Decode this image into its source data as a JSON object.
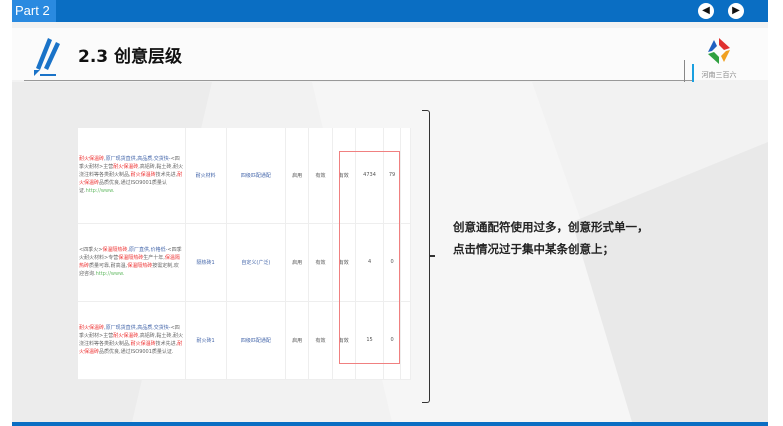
{
  "topbar": {
    "part_label": "Part 2",
    "prev_icon": "arrow-left-circle-icon",
    "next_icon": "arrow-right-circle-icon"
  },
  "header": {
    "title": "2.3 创意层级",
    "logo_text": "河南三百六"
  },
  "table": {
    "rows": [
      {
        "desc_parts": [
          [
            "r",
            "耐火保温砖"
          ],
          [
            "b",
            ",原厂现货直供,高品质,交货快-"
          ],
          [
            "",
            "<四季火耐材>主营"
          ],
          [
            "r",
            "耐火保温砖"
          ],
          [
            "",
            ",高铝砖,黏土砖,耐火浇注料等各类耐火制品,"
          ],
          [
            "r",
            "耐火保温砖"
          ],
          [
            "",
            "技术先进,"
          ],
          [
            "r",
            "耐火保温砖"
          ],
          [
            "",
            "品质优良,通过ISO9001质量认证."
          ],
          [
            "g",
            "http://www."
          ]
        ],
        "keyword": "耐火材料",
        "match": "四级匹配通配",
        "status": "启用",
        "c4": "有效",
        "c5": "有效",
        "impressions": "4734",
        "clicks": "79"
      },
      {
        "desc_parts": [
          [
            "",
            "<四季火>"
          ],
          [
            "r",
            "保温隔热砖"
          ],
          [
            "b",
            ",原厂直供,价格低-"
          ],
          [
            "",
            "<四季火耐火材料>专营"
          ],
          [
            "r",
            "保温隔热砖"
          ],
          [
            "",
            "生产十年,"
          ],
          [
            "r",
            "保温隔热砖"
          ],
          [
            "",
            "质量可靠,耐高温,"
          ],
          [
            "r",
            "保温隔热砖"
          ],
          [
            "",
            "按需定制,欢迎咨询."
          ],
          [
            "g",
            "http://www."
          ]
        ],
        "keyword": "隔热砖1",
        "match": "自定义(广泛)",
        "status": "启用",
        "c4": "有效",
        "c5": "有效",
        "impressions": "4",
        "clicks": "0"
      },
      {
        "desc_parts": [
          [
            "r",
            "耐火保温砖"
          ],
          [
            "b",
            ",原厂现货直供,高品质,交货快-"
          ],
          [
            "",
            "<四季火耐材>主营"
          ],
          [
            "r",
            "耐火保温砖"
          ],
          [
            "",
            ",高铝砖,黏土砖,耐火浇注料等各类耐火制品,"
          ],
          [
            "r",
            "耐火保温砖"
          ],
          [
            "",
            "技术先进,"
          ],
          [
            "r",
            "耐火保温砖"
          ],
          [
            "",
            "品质优良,通过ISO9001质量认证."
          ]
        ],
        "keyword": "耐火砖1",
        "match": "四级匹配通配",
        "status": "启用",
        "c4": "有效",
        "c5": "有效",
        "impressions": "15",
        "clicks": "0"
      }
    ]
  },
  "note": {
    "line1": "创意通配符使用过多，创意形式单一，",
    "line2": "点击情况过于集中某条创意上；"
  }
}
